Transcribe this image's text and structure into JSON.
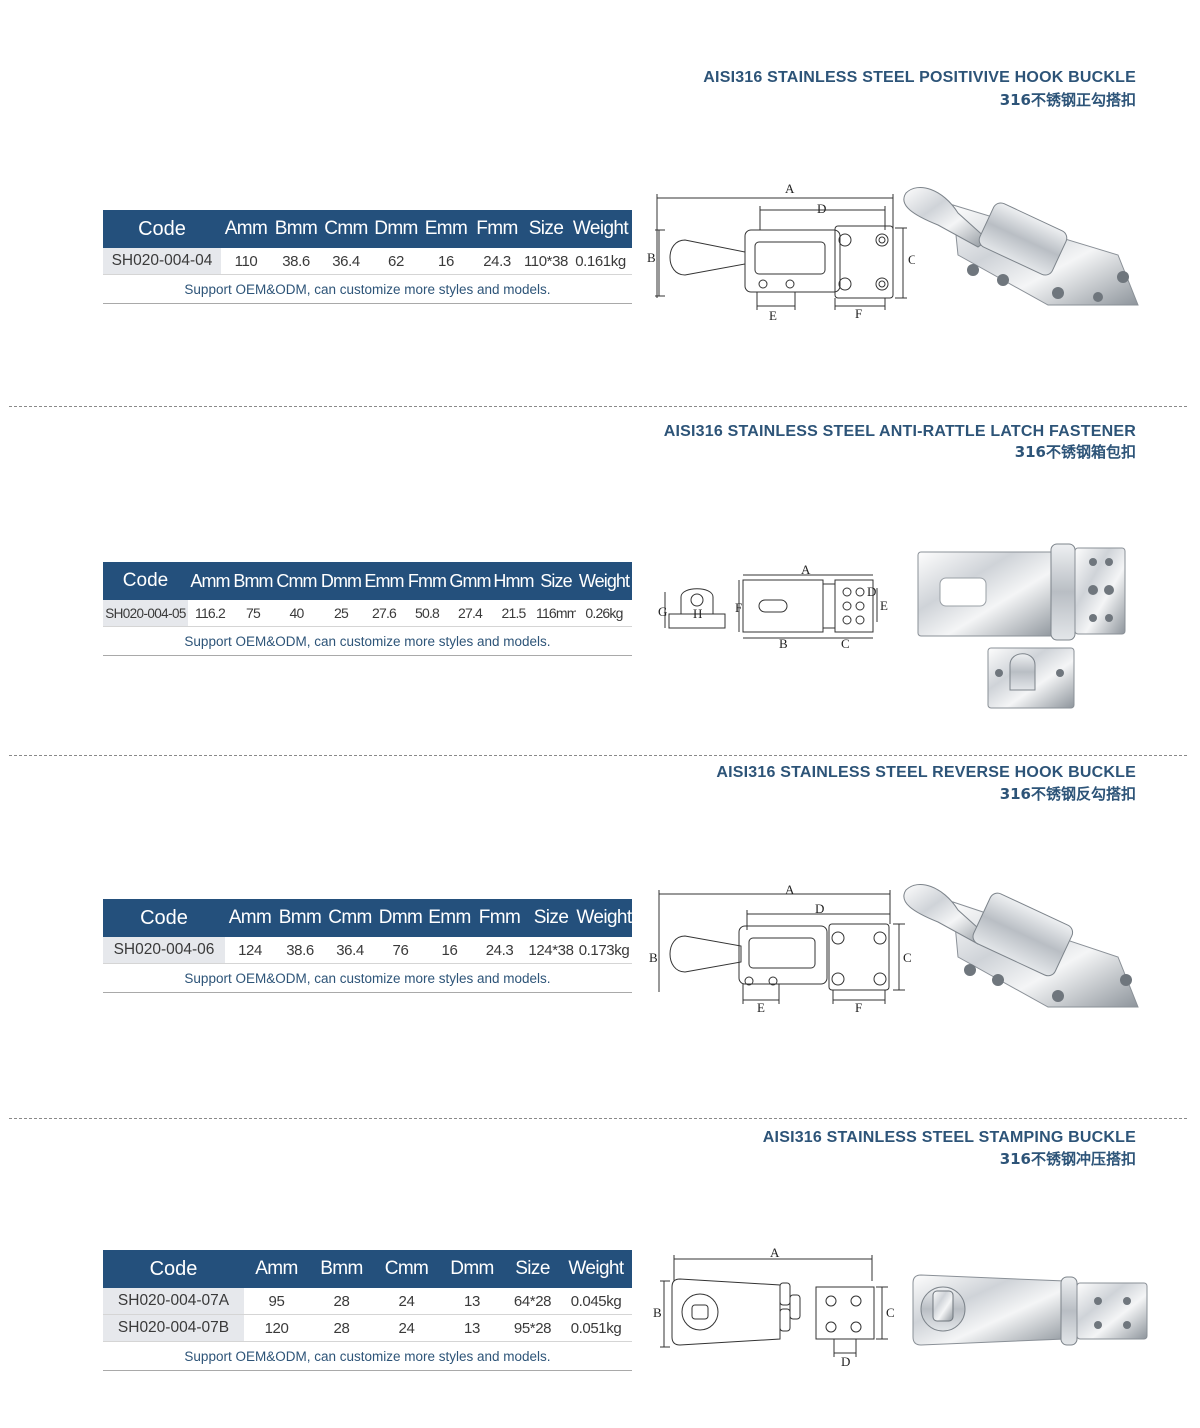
{
  "products": [
    {
      "title_en": "AISI316 STAINLESS STEEL POSITIVIVE HOOK BUCKLE",
      "title_zh": "316不锈钢正勾搭扣",
      "headers": [
        "Code",
        "Amm",
        "Bmm",
        "Cmm",
        "Dmm",
        "Emm",
        "Fmm",
        "Size",
        "Weight"
      ],
      "rows": [
        [
          "SH020-004-04",
          "110",
          "38.6",
          "36.4",
          "62",
          "16",
          "24.3",
          "110*38",
          "0.161kg"
        ]
      ],
      "note": "Support OEM&ODM, can customize more styles and models.",
      "dims": [
        "A",
        "B",
        "C",
        "D",
        "E",
        "F"
      ]
    },
    {
      "title_en": "AISI316 STAINLESS STEEL ANTI-RATTLE LATCH FASTENER",
      "title_zh": "316不锈钢箱包扣",
      "headers": [
        "Code",
        "Amm",
        "Bmm",
        "Cmm",
        "Dmm",
        "Emm",
        "Fmm",
        "Gmm",
        "Hmm",
        "Size",
        "Weight"
      ],
      "rows": [
        [
          "SH020-004-05",
          "116.2",
          "75",
          "40",
          "25",
          "27.6",
          "50.8",
          "27.4",
          "21.5",
          "116mm",
          "0.26kg"
        ]
      ],
      "note": "Support OEM&ODM, can customize more styles and models.",
      "dims": [
        "A",
        "B",
        "C",
        "D",
        "E",
        "F",
        "G",
        "H"
      ]
    },
    {
      "title_en": "AISI316 STAINLESS STEEL REVERSE HOOK BUCKLE",
      "title_zh": "316不锈钢反勾搭扣",
      "headers": [
        "Code",
        "Amm",
        "Bmm",
        "Cmm",
        "Dmm",
        "Emm",
        "Fmm",
        "Size",
        "Weight"
      ],
      "rows": [
        [
          "SH020-004-06",
          "124",
          "38.6",
          "36.4",
          "76",
          "16",
          "24.3",
          "124*38",
          "0.173kg"
        ]
      ],
      "note": "Support OEM&ODM, can customize more styles and models.",
      "dims": [
        "A",
        "B",
        "C",
        "D",
        "E",
        "F"
      ]
    },
    {
      "title_en": "AISI316 STAINLESS STEEL STAMPING BUCKLE",
      "title_zh": "316不锈钢冲压搭扣",
      "headers": [
        "Code",
        "Amm",
        "Bmm",
        "Cmm",
        "Dmm",
        "Size",
        "Weight"
      ],
      "rows": [
        [
          "SH020-004-07A",
          "95",
          "28",
          "24",
          "13",
          "64*28",
          "0.045kg"
        ],
        [
          "SH020-004-07B",
          "120",
          "28",
          "24",
          "13",
          "95*28",
          "0.051kg"
        ]
      ],
      "note": "Support OEM&ODM, can customize more styles and models.",
      "dims": [
        "A",
        "B",
        "C",
        "D"
      ]
    }
  ]
}
